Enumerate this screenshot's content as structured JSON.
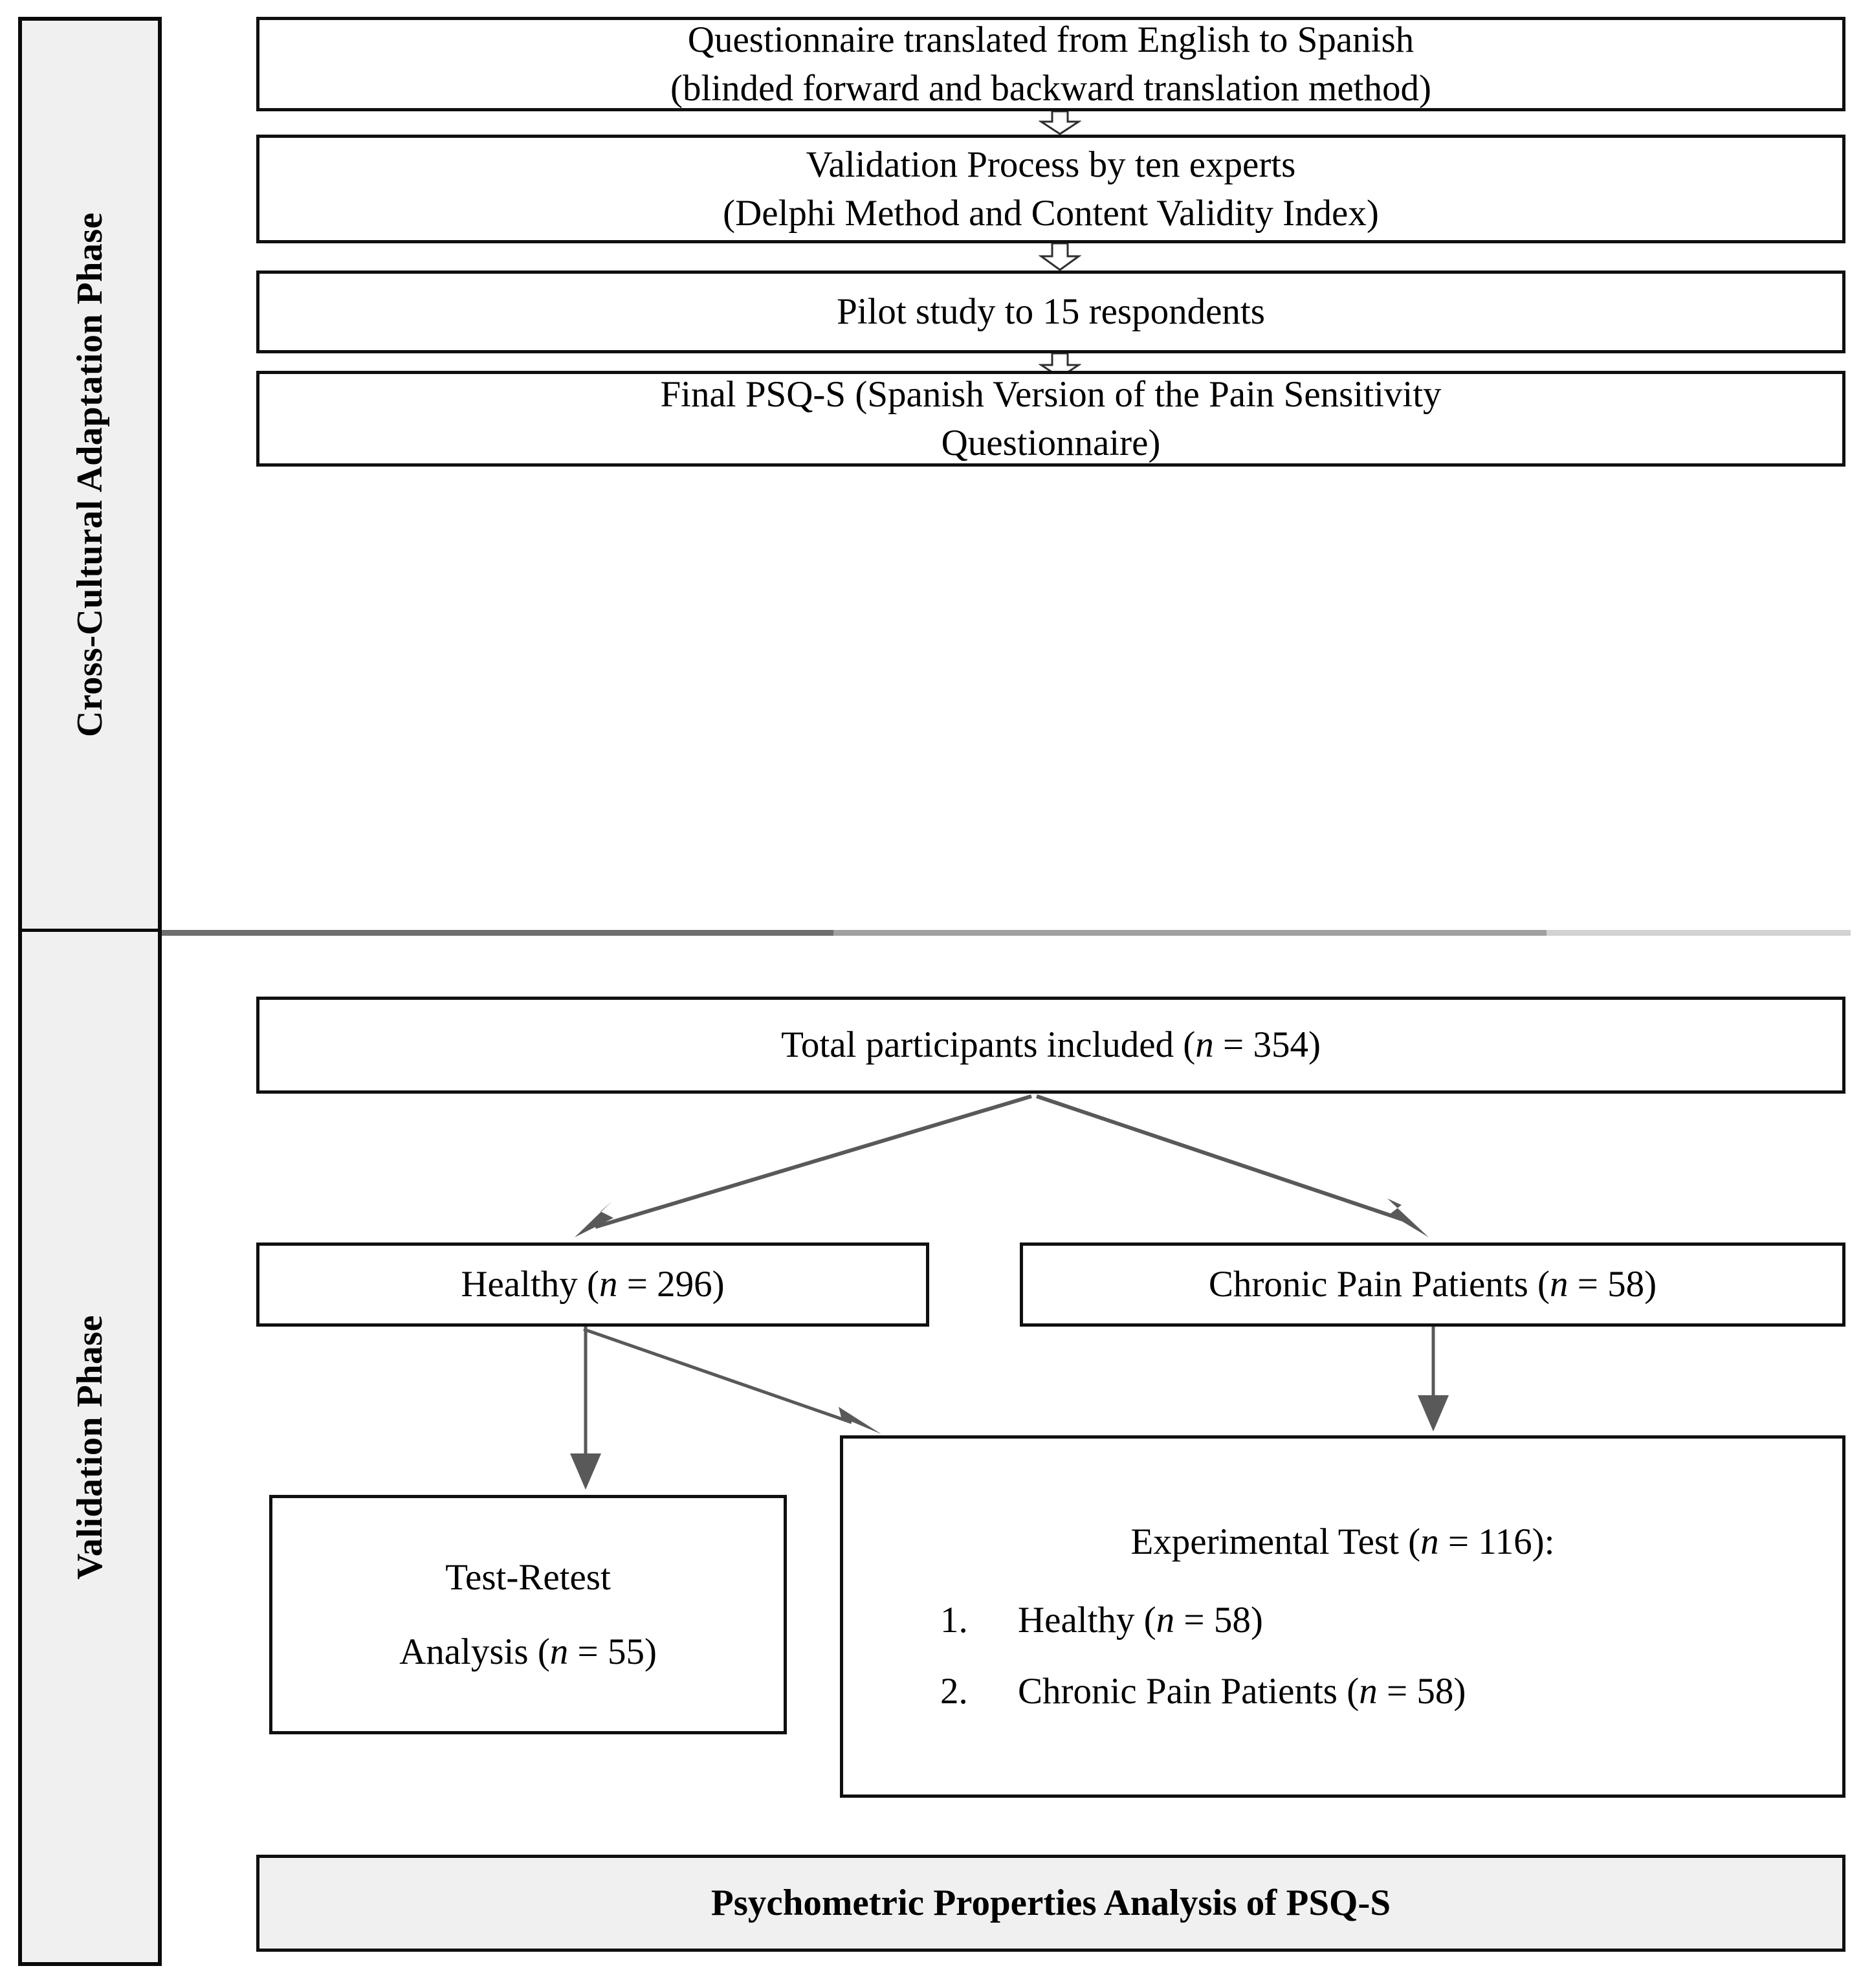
{
  "figure": {
    "type": "flowchart",
    "title": "PSQ-S cross-cultural adaptation and validation flow diagram"
  },
  "phases": [
    {
      "id": "cross-cultural",
      "label": "Cross-Cultural Adaptation Phase"
    },
    {
      "id": "validation",
      "label": "Validation Phase"
    }
  ],
  "boxes": {
    "translation": {
      "line1": "Questionnaire translated from English to Spanish",
      "line2": "(blinded forward and backward translation method)"
    },
    "validation_process": {
      "line1": "Validation Process by ten experts",
      "line2": "(Delphi Method and Content Validity Index)"
    },
    "pilot": {
      "line1": "Pilot study to 15 respondents"
    },
    "final_psqs": {
      "line1": "Final PSQ-S (Spanish Version of the Pain Sensitivity",
      "line2": "Questionnaire)"
    },
    "total_participants": {
      "prefix": "Total participants included (",
      "italic": "n",
      "suffix": " = 354)"
    },
    "healthy": {
      "prefix": "Healthy (",
      "italic": "n",
      "suffix": " = 296)"
    },
    "chronic": {
      "prefix": "Chronic Pain Patients (",
      "italic": "n",
      "suffix": " = 58)"
    },
    "test_retest": {
      "line1": "Test-Retest",
      "prefix": "Analysis (",
      "italic": "n",
      "suffix": " = 55)"
    },
    "experimental": {
      "heading_prefix": "Experimental Test (",
      "heading_italic": "n",
      "heading_suffix": " = 116):",
      "items": [
        {
          "number": "1.",
          "prefix": "Healthy (",
          "italic": "n",
          "suffix": " = 58)"
        },
        {
          "number": "2.",
          "prefix": "Chronic Pain Patients (",
          "italic": "n",
          "suffix": " = 58)"
        }
      ]
    },
    "psychometric": {
      "line1": "Psychometric Properties Analysis of PSQ-S"
    }
  },
  "arrows": [
    {
      "id": "translation-to-validation",
      "style": "hollow-block",
      "direction": "down"
    },
    {
      "id": "validation-to-pilot",
      "style": "hollow-block",
      "direction": "down"
    },
    {
      "id": "pilot-to-final",
      "style": "hollow-block",
      "direction": "down"
    },
    {
      "id": "total-to-healthy",
      "style": "thin-line",
      "direction": "down-left"
    },
    {
      "id": "total-to-chronic",
      "style": "thin-line",
      "direction": "down-right"
    },
    {
      "id": "healthy-to-testretest",
      "style": "thin-line",
      "direction": "down"
    },
    {
      "id": "healthy-to-experimental",
      "style": "thin-line",
      "direction": "down-right"
    },
    {
      "id": "chronic-to-experimental",
      "style": "thin-line",
      "direction": "down"
    }
  ],
  "colors": {
    "box_border": "#101010",
    "box_fill": "#ffffff",
    "shaded_fill": "#f0f0f0",
    "arrow_line": "#595959",
    "text": "#000000"
  }
}
